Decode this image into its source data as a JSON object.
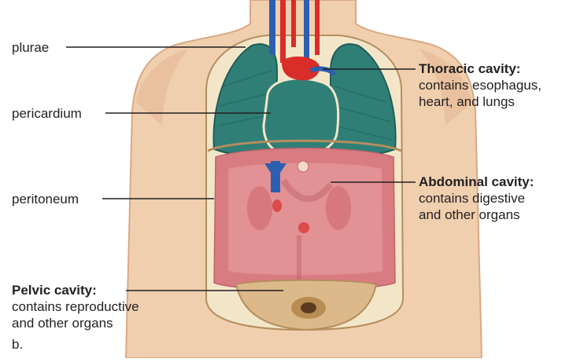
{
  "labels": {
    "plurae": "plurae",
    "pericardium": "pericardium",
    "peritoneum": "peritoneum",
    "thoracic": {
      "title": "Thoracic cavity:",
      "line1": "contains esophagus,",
      "line2": "heart, and lungs"
    },
    "abdominal": {
      "title": "Abdominal cavity:",
      "line1": "contains digestive",
      "line2": "and other organs"
    },
    "pelvic": {
      "title": "Pelvic cavity:",
      "line1": "contains reproductive",
      "line2": "and other organs"
    },
    "panel": "b."
  },
  "colors": {
    "skin": "#f0cfae",
    "skin_shadow": "#d9a884",
    "lung": "#2f7f76",
    "lung_dark": "#1d5e57",
    "membrane": "#f3e6c8",
    "abdomen": "#d97c82",
    "abdomen_light": "#e9a3a4",
    "pelvis": "#dcb98a",
    "artery": "#d92d2a",
    "vein": "#2c5fb0",
    "leader": "#231f20"
  }
}
